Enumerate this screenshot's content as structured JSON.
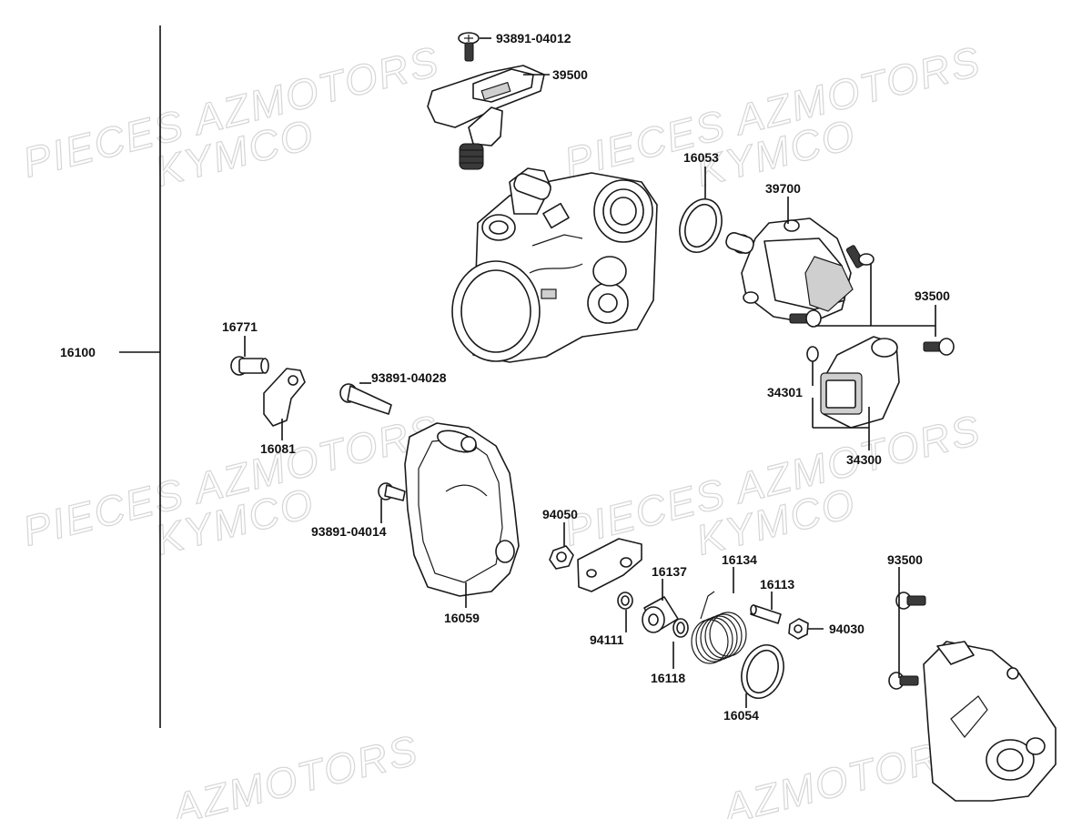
{
  "watermarks": [
    "PIECES AZMOTORS",
    "KYMCO",
    "PIECES AZMOTORS",
    "KYMCO",
    "PIECES AZMOTORS",
    "KYMCO",
    "PIECES AZMOTORS",
    "KYMCO",
    "AZMOTORS",
    "AZMOTORS"
  ],
  "assembly_label": "16100",
  "labels": {
    "p93891_04012": "93891-04012",
    "p39500": "39500",
    "p16053": "16053",
    "p39700": "39700",
    "p93500_top": "93500",
    "p16771": "16771",
    "p93891_04028": "93891-04028",
    "p16081": "16081",
    "p34301": "34301",
    "p34300": "34300",
    "p93891_04014": "93891-04014",
    "p94050": "94050",
    "p16134": "16134",
    "p16137": "16137",
    "p16113": "16113",
    "p93500_bottom": "93500",
    "p16059": "16059",
    "p94111": "94111",
    "p94030": "94030",
    "p16118": "16118",
    "p16054": "16054"
  }
}
